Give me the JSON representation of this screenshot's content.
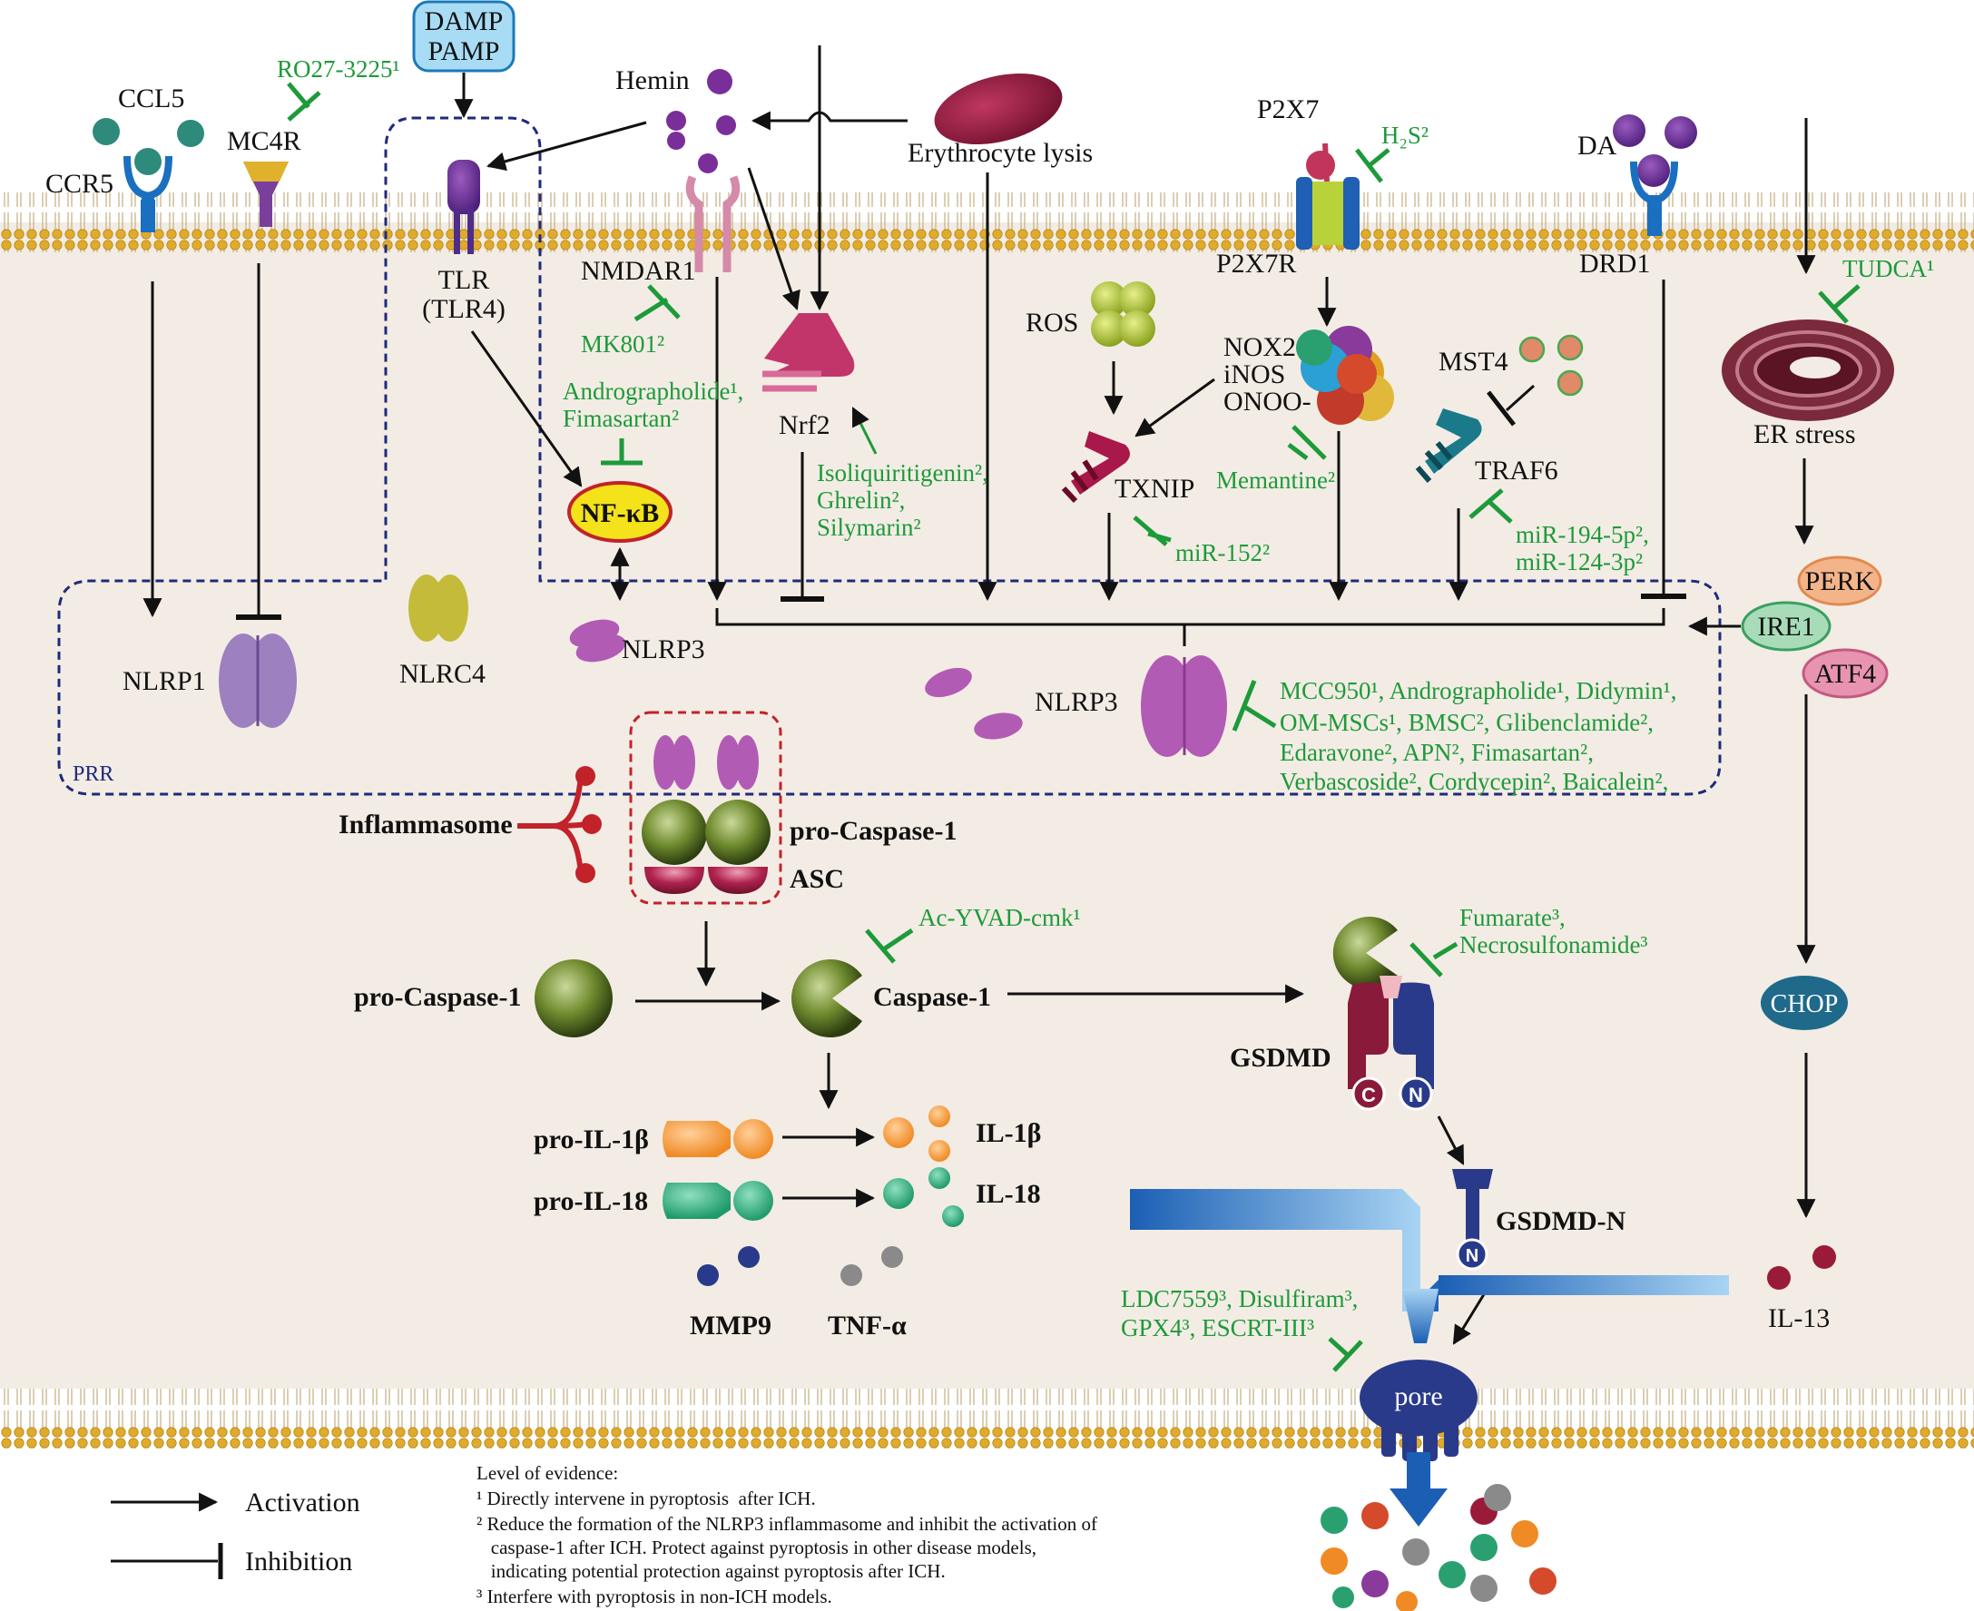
{
  "labels": {
    "damp": "DAMP",
    "pamp": "PAMP",
    "ccl5": "CCL5",
    "ccr5": "CCR5",
    "mc4r": "MC4R",
    "hemin": "Hemin",
    "erythrocyte_lysis": "Erythrocyte lysis",
    "p2x7": "P2X7",
    "p2x7r": "P2X7R",
    "da": "DA",
    "drd1": "DRD1",
    "tlr": "TLR",
    "tlr4": "(TLR4)",
    "nmdar1": "NMDAR1",
    "nrf2": "Nrf2",
    "ros": "ROS",
    "nox2": "NOX2",
    "inos": "iNOS",
    "onoo": "ONOO-",
    "mst4": "MST4",
    "txnip": "TXNIP",
    "traf6": "TRAF6",
    "er_stress": "ER stress",
    "nfkb": "NF-κB",
    "perk": "PERK",
    "ire1": "IRE1",
    "atf4": "ATF4",
    "nlrp1": "NLRP1",
    "nlrc4": "NLRC4",
    "nlrp3_left": "NLRP3",
    "nlrp3_main": "NLRP3",
    "prr": "PRR",
    "inflammasome": "Inflammasome",
    "pro_caspase1_complex": "pro-Caspase-1",
    "asc": "ASC",
    "pro_caspase1": "pro-Caspase-1",
    "caspase1": "Caspase-1",
    "gsdmd": "GSDMD",
    "gsdmd_c": "C",
    "gsdmd_n": "N",
    "gsdmd_n_fragment": "GSDMD-N",
    "gsdmd_n_letter": "N",
    "chop": "CHOP",
    "il13": "IL-13",
    "pro_il1b": "pro-IL-1β",
    "il1b": "IL-1β",
    "pro_il18": "pro-IL-18",
    "il18": "IL-18",
    "mmp9": "MMP9",
    "tnfa": "TNF-α",
    "pore": "pore"
  },
  "inhibitors": {
    "ro27": "RO27-3225¹",
    "h2s": "H₂S²",
    "tudca": "TUDCA¹",
    "mk801": "MK801²",
    "andro_fima": [
      "Andrographolide¹,",
      "Fimasartan²"
    ],
    "isoliq": [
      "Isoliquiritigenin²,",
      "Ghrelin²,",
      "Silymarin²"
    ],
    "memantine": "Memantine²",
    "mir152": "miR-152²",
    "mir194": [
      "miR-194-5p²,",
      "miR-124-3p²"
    ],
    "nlrp3_list": [
      "MCC950¹, Andrographolide¹,  Didymin¹,",
      "OM-MSCs¹, BMSC², Glibenclamide²,",
      "Edaravone², APN², Fimasartan²,",
      "Verbascoside², Cordycepin², Baicalein²,"
    ],
    "acyvad": "Ac-YVAD-cmk¹",
    "fumarate": [
      "Fumarate³,",
      "Necrosulfonamide³"
    ],
    "ldc": [
      "LDC7559³, Disulfiram³,",
      "GPX4³, ESCRT-III³"
    ]
  },
  "legend": {
    "activation": "Activation",
    "inhibition": "Inhibition"
  },
  "evidence": {
    "title": "Level of evidence:",
    "lines": [
      "¹ Directly intervene in pyroptosis  after ICH.",
      "² Reduce the formation of the NLRP3 inflammasome and inhibit the activation of",
      "   caspase-1 after ICH. Protect against pyroptosis in other disease models,",
      "   indicating potential protection against pyroptosis after ICH.",
      "³ Interfere with pyroptosis in non-ICH models."
    ]
  },
  "colors": {
    "cytoplasm": "#f3ece4",
    "membrane_head": "#d9a530",
    "inhibitor_green": "#1d9a3a",
    "prr_border": "#1f2a7a",
    "inflammasome_border": "#c2222a",
    "nlrp": "#b25bb4",
    "pore_arrow": "#1b5fb4"
  }
}
